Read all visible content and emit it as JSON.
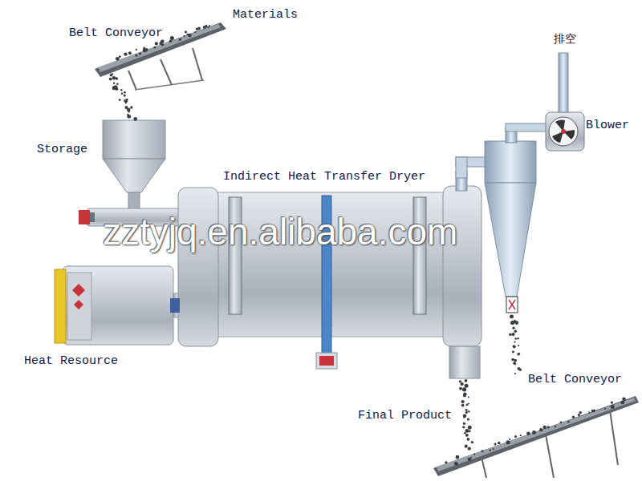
{
  "diagram": {
    "labels": [
      "Materials",
      "Belt Conveyor",
      "Storage",
      "Indirect Heat Transfer Dryer",
      "排空",
      "Blower",
      "Heat Resource",
      "Final Product",
      "Belt Conveyor",
      "zztyjq.en.alibaba.com"
    ]
  }
}
